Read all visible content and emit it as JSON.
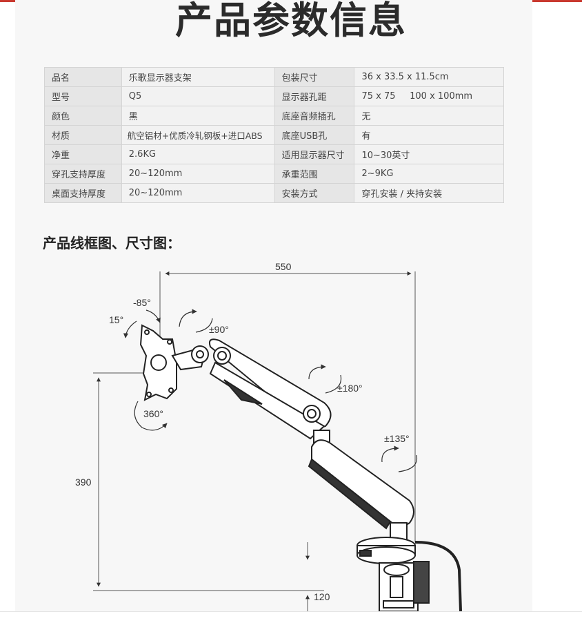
{
  "page": {
    "title": "产品参数信息",
    "section_heading": "产品线框图、尺寸图："
  },
  "specs": {
    "rows": [
      {
        "k1": "品名",
        "v1": "乐歌显示器支架",
        "k2": "包装尺寸",
        "v2": "36 x 33.5 x 11.5cm"
      },
      {
        "k1": "型号",
        "v1": "Q5",
        "k2": "显示器孔距",
        "v2": "75 x 75     100 x 100mm"
      },
      {
        "k1": "颜色",
        "v1": "黑",
        "k2": "底座音频插孔",
        "v2": "无"
      },
      {
        "k1": "材质",
        "v1": "航空铝材+优质冷轧钢板+进口ABS",
        "k2": "底座USB孔",
        "v2": "有"
      },
      {
        "k1": "净重",
        "v1": "2.6KG",
        "k2": "适用显示器尺寸",
        "v2": "10~30英寸"
      },
      {
        "k1": "穿孔支持厚度",
        "v1": "20~120mm",
        "k2": "承重范围",
        "v2": "2~9KG"
      },
      {
        "k1": "桌面支持厚度",
        "v1": "20~120mm",
        "k2": "安装方式",
        "v2": "穿孔安装 / 夹持安装"
      }
    ]
  },
  "diagram": {
    "width_dim": "550",
    "height_dim": "390",
    "clamp_dim": "120",
    "angles": {
      "tilt_down": "-85°",
      "tilt_up": "15°",
      "swivel": "±90°",
      "rotate": "360°",
      "elbow": "±180°",
      "base": "±135°"
    }
  }
}
